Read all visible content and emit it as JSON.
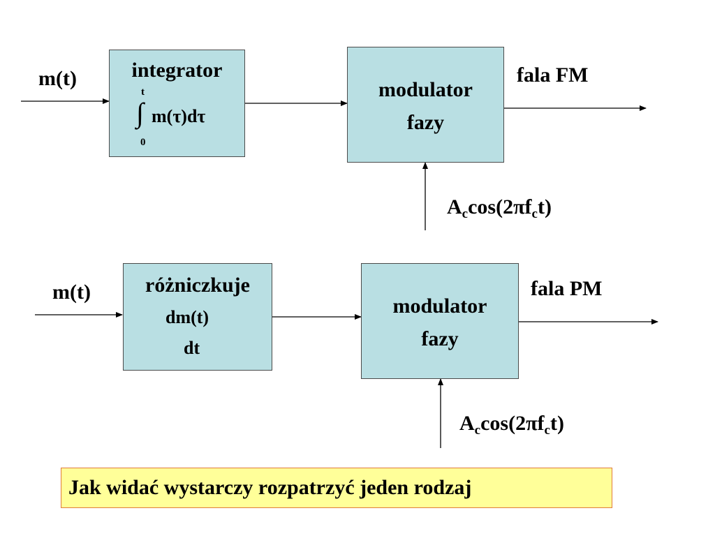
{
  "fm_path": {
    "input_label": "m(t)",
    "integrator": {
      "title": "integrator",
      "upper_limit": "t",
      "integral_symbol": "∫",
      "integrand": "m(τ)dτ",
      "lower_limit": "0"
    },
    "modulator": {
      "line1": "modulator",
      "line2": "fazy"
    },
    "output_label": "fala FM",
    "carrier": {
      "A": "A",
      "A_sub": "c",
      "mid": "cos(2π",
      "f": "f",
      "f_sub": "c",
      "tail": "t)"
    }
  },
  "pm_path": {
    "input_label": "m(t)",
    "differentiator": {
      "title": "różniczkuje",
      "numerator": "dm(t)",
      "denominator": "dt"
    },
    "modulator": {
      "line1": "modulator",
      "line2": "fazy"
    },
    "output_label": "fala PM",
    "carrier": {
      "A": "A",
      "A_sub": "c",
      "mid": "cos(2π",
      "f": "f",
      "f_sub": "c",
      "tail": "t)"
    }
  },
  "conclusion": "Jak widać wystarczy rozpatrzyć jeden rodzaj",
  "colors": {
    "block_fill": "#b9dfe3",
    "note_fill": "#ffff99",
    "note_border": "#e07b39"
  }
}
